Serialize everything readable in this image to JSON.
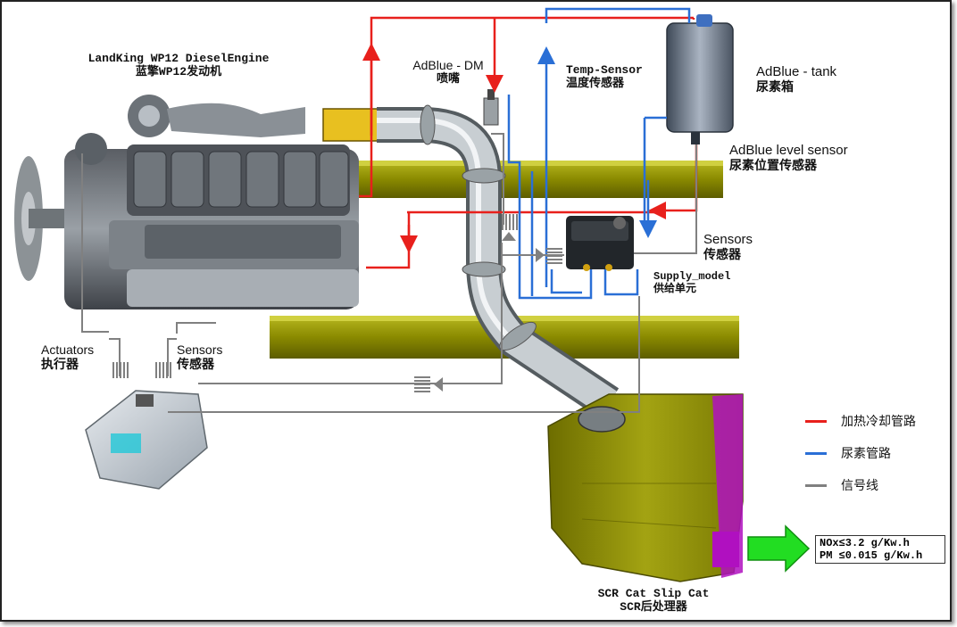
{
  "engine": {
    "en": "LandKing WP12 DieselEngine",
    "zh": "蓝擎WP12发动机"
  },
  "adblue_dm": {
    "en": "AdBlue - DM",
    "zh": "喷嘴"
  },
  "temp_sensor": {
    "en": "Temp-Sensor",
    "zh": "温度传感器"
  },
  "adblue_tank": {
    "en": "AdBlue - tank",
    "zh": "尿素箱"
  },
  "level_sensor": {
    "en": "AdBlue level sensor",
    "zh": "尿素位置传感器"
  },
  "sensors_right": {
    "en": "Sensors",
    "zh": "传感器"
  },
  "supply_model": {
    "en": "Supply_model",
    "zh": "供给单元"
  },
  "actuators": {
    "en": "Actuators",
    "zh": "执行器"
  },
  "sensors_left": {
    "en": "Sensors",
    "zh": "传感器"
  },
  "scr": {
    "en": "SCR Cat Slip Cat",
    "zh": "SCR后处理器"
  },
  "legend": [
    {
      "label": "加热冷却管路",
      "color": "#e8201c"
    },
    {
      "label": "尿素管路",
      "color": "#2a6fd6"
    },
    {
      "label": "信号线",
      "color": "#808080"
    }
  ],
  "emissions": [
    "NOx≤3.2  g/Kw.h",
    "PM ≤0.015 g/Kw.h"
  ],
  "colors": {
    "heating_line": "#e8201c",
    "urea_line": "#2a6fd6",
    "signal_line": "#808080",
    "frame_rail": "#8a8a00",
    "scr_body": "#8b8b08",
    "outlet": "#b010c0",
    "arrow": "#22dd22"
  }
}
